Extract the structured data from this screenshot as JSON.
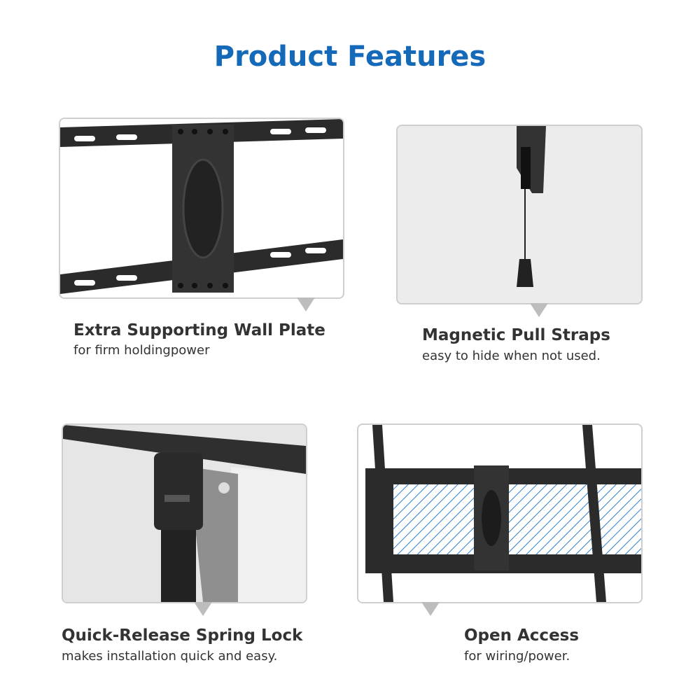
{
  "title": "Product Features",
  "features": [
    {
      "title": "Extra Supporting Wall Plate",
      "subtitle": "for firm holdingpower"
    },
    {
      "title": "Magnetic Pull Straps",
      "subtitle": "easy to hide when not used."
    },
    {
      "title": "Quick-Release Spring Lock",
      "subtitle": "makes installation quick and easy."
    },
    {
      "title": "Open Access",
      "subtitle": "for wiring/power."
    }
  ],
  "colors": {
    "title": "#1469b8",
    "text": "#333333",
    "hatch": "#2d7fd0"
  }
}
